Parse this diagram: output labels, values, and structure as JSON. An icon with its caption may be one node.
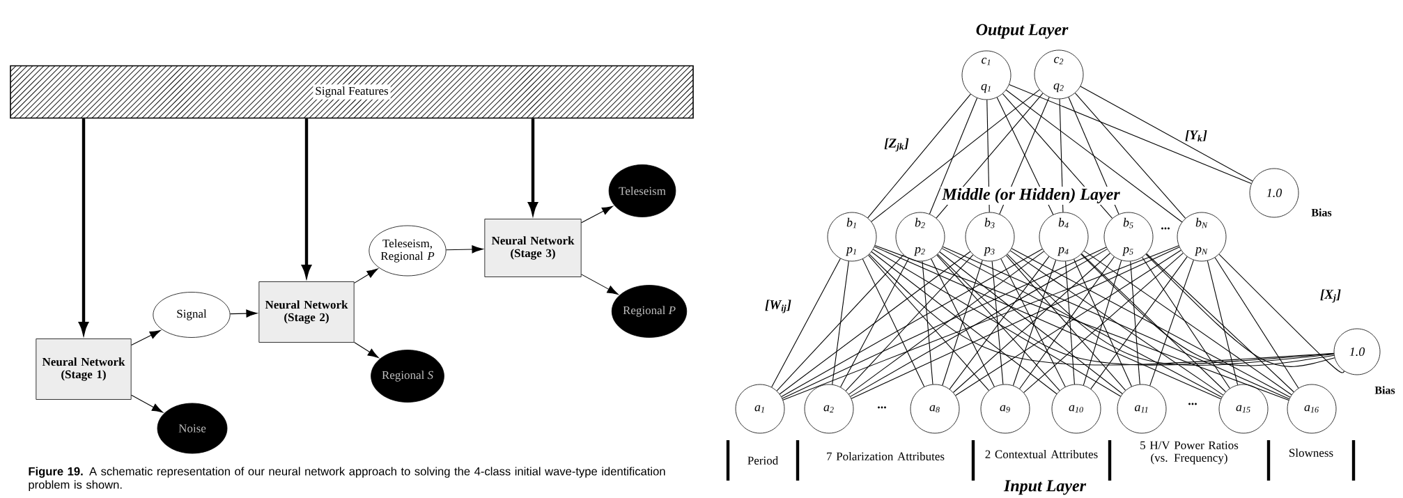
{
  "diagram": {
    "caption": "**Figure 19.** A schematic representation of our neural network approach to solving the 4-class initial wave-type identification problem is shown.",
    "nodes": [
      {
        "text": [
          "Signal Features"
        ]
      },
      {
        "text": [
          "Neural Network (Stage 1)"
        ]
      },
      {
        "text": [
          "Signal"
        ]
      },
      {
        "text": [
          "Noise"
        ]
      },
      {
        "text": [
          "Neural Network (Stage 2)"
        ]
      },
      {
        "text": [
          "Regional *S*"
        ]
      },
      {
        "text": [
          "Teleseism, Regional *P*"
        ]
      },
      {
        "text": [
          "Neural Network (Stage 3)"
        ]
      },
      {
        "text": [
          "Teleseism"
        ]
      },
      {
        "text": [
          "Regional *P*"
        ]
      },
      {
        "text": [
          "c$_{1}$",
          "q$_{1}$"
        ]
      },
      {
        "text": [
          "c$_{2}$",
          "q$_{2}$"
        ]
      },
      {
        "text": [
          "1.0"
        ],
        "beside": [
          "Bias"
        ]
      },
      {
        "text": [
          "b$_{1}$",
          "p$_{1}$"
        ]
      },
      {
        "text": [
          "b$_{2}$",
          "p$_{2}$"
        ]
      },
      {
        "text": [
          "b$_{3}$",
          "p$_{3}$"
        ]
      },
      {
        "text": [
          "b$_{4}$",
          "p$_{4}$"
        ]
      },
      {
        "text": [
          "b$_{5}$",
          "p$_{5}$"
        ]
      },
      {
        "text": [
          "b$_{N}$",
          "p$_{N}$"
        ]
      },
      {
        "text": [
          "1.0"
        ],
        "beside": [
          "Bias"
        ]
      },
      {
        "text": [
          "a$_{1}$"
        ]
      },
      {
        "text": [
          "a$_{2}$"
        ]
      },
      {
        "text": [
          "a$_{8}$"
        ]
      },
      {
        "text": [
          "a$_{9}$"
        ]
      },
      {
        "text": [
          "a$_{10}$"
        ]
      },
      {
        "text": [
          "a$_{11}$"
        ]
      },
      {
        "text": [
          "a$_{15}$"
        ]
      },
      {
        "text": [
          "a$_{16}$"
        ]
      }
    ],
    "edges": [
      {
        "from": 0,
        "to": 1,
        "arrow": "to",
        "style": "thick"
      },
      {
        "from": 0,
        "to": 4,
        "arrow": "to",
        "style": "thick"
      },
      {
        "from": 0,
        "to": 7,
        "arrow": "to",
        "style": "thick"
      },
      {
        "from": 1,
        "to": 2,
        "arrow": "to"
      },
      {
        "from": 1,
        "to": 3,
        "arrow": "to"
      },
      {
        "from": 2,
        "to": 4,
        "arrow": "to"
      },
      {
        "from": 4,
        "to": 6,
        "arrow": "to"
      },
      {
        "from": 4,
        "to": 5,
        "arrow": "to"
      },
      {
        "from": 6,
        "to": 7,
        "arrow": "to"
      },
      {
        "from": 7,
        "to": 8,
        "arrow": "to"
      },
      {
        "from": 7,
        "to": 9,
        "arrow": "to"
      },
      {
        "from": 13,
        "to": 10,
        "arrow": "none"
      },
      {
        "from": 13,
        "to": 11,
        "arrow": "none"
      },
      {
        "from": 14,
        "to": 10,
        "arrow": "none"
      },
      {
        "from": 14,
        "to": 11,
        "arrow": "none"
      },
      {
        "from": 15,
        "to": 10,
        "arrow": "none"
      },
      {
        "from": 15,
        "to": 11,
        "arrow": "none"
      },
      {
        "from": 16,
        "to": 10,
        "arrow": "none"
      },
      {
        "from": 16,
        "to": 11,
        "arrow": "none"
      },
      {
        "from": 17,
        "to": 10,
        "arrow": "none"
      },
      {
        "from": 17,
        "to": 11,
        "arrow": "none"
      },
      {
        "from": 18,
        "to": 10,
        "arrow": "none"
      },
      {
        "from": 18,
        "to": 11,
        "arrow": "none"
      },
      {
        "from": 12,
        "to": 10,
        "arrow": "none"
      },
      {
        "from": 12,
        "to": 11,
        "arrow": "none"
      },
      {
        "from": 20,
        "to": 13,
        "arrow": "none"
      },
      {
        "from": 20,
        "to": 14,
        "arrow": "none"
      },
      {
        "from": 20,
        "to": 15,
        "arrow": "none"
      },
      {
        "from": 20,
        "to": 16,
        "arrow": "none"
      },
      {
        "from": 20,
        "to": 17,
        "arrow": "none"
      },
      {
        "from": 20,
        "to": 18,
        "arrow": "none"
      },
      {
        "from": 21,
        "to": 13,
        "arrow": "none"
      },
      {
        "from": 21,
        "to": 14,
        "arrow": "none"
      },
      {
        "from": 21,
        "to": 15,
        "arrow": "none"
      },
      {
        "from": 21,
        "to": 16,
        "arrow": "none"
      },
      {
        "from": 21,
        "to": 17,
        "arrow": "none"
      },
      {
        "from": 21,
        "to": 18,
        "arrow": "none"
      },
      {
        "from": 22,
        "to": 13,
        "arrow": "none"
      },
      {
        "from": 22,
        "to": 14,
        "arrow": "none"
      },
      {
        "from": 22,
        "to": 15,
        "arrow": "none"
      },
      {
        "from": 22,
        "to": 16,
        "arrow": "none"
      },
      {
        "from": 22,
        "to": 17,
        "arrow": "none"
      },
      {
        "from": 22,
        "to": 18,
        "arrow": "none"
      },
      {
        "from": 23,
        "to": 13,
        "arrow": "none"
      },
      {
        "from": 23,
        "to": 14,
        "arrow": "none"
      },
      {
        "from": 23,
        "to": 15,
        "arrow": "none"
      },
      {
        "from": 23,
        "to": 16,
        "arrow": "none"
      },
      {
        "from": 23,
        "to": 17,
        "arrow": "none"
      },
      {
        "from": 23,
        "to": 18,
        "arrow": "none"
      },
      {
        "from": 24,
        "to": 13,
        "arrow": "none"
      },
      {
        "from": 24,
        "to": 14,
        "arrow": "none"
      },
      {
        "from": 24,
        "to": 15,
        "arrow": "none"
      },
      {
        "from": 24,
        "to": 16,
        "arrow": "none"
      },
      {
        "from": 24,
        "to": 17,
        "arrow": "none"
      },
      {
        "from": 24,
        "to": 18,
        "arrow": "none"
      },
      {
        "from": 25,
        "to": 13,
        "arrow": "none"
      },
      {
        "from": 25,
        "to": 14,
        "arrow": "none"
      },
      {
        "from": 25,
        "to": 15,
        "arrow": "none"
      },
      {
        "from": 25,
        "to": 16,
        "arrow": "none"
      },
      {
        "from": 25,
        "to": 17,
        "arrow": "none"
      },
      {
        "from": 25,
        "to": 18,
        "arrow": "none"
      },
      {
        "from": 26,
        "to": 13,
        "arrow": "none"
      },
      {
        "from": 26,
        "to": 14,
        "arrow": "none"
      },
      {
        "from": 26,
        "to": 15,
        "arrow": "none"
      },
      {
        "from": 26,
        "to": 16,
        "arrow": "none"
      },
      {
        "from": 26,
        "to": 17,
        "arrow": "none"
      },
      {
        "from": 26,
        "to": 18,
        "arrow": "none"
      },
      {
        "from": 27,
        "to": 13,
        "arrow": "none"
      },
      {
        "from": 27,
        "to": 14,
        "arrow": "none"
      },
      {
        "from": 27,
        "to": 15,
        "arrow": "none"
      },
      {
        "from": 27,
        "to": 16,
        "arrow": "none"
      },
      {
        "from": 27,
        "to": 17,
        "arrow": "none"
      },
      {
        "from": 27,
        "to": 18,
        "arrow": "none"
      },
      {
        "from": 19,
        "to": 13,
        "arrow": "none"
      },
      {
        "from": 19,
        "to": 14,
        "arrow": "none"
      },
      {
        "from": 19,
        "to": 15,
        "arrow": "none"
      },
      {
        "from": 19,
        "to": 16,
        "arrow": "none"
      },
      {
        "from": 19,
        "to": 17,
        "arrow": "none"
      },
      {
        "from": 19,
        "to": 18,
        "arrow": "none"
      }
    ],
    "labels": [
      "Output Layer",
      "[Z$_{jk}$]",
      "[Y$_{k}$]",
      "Middle (or Hidden) Layer",
      "...",
      "[W$_{ij}$]",
      "[X$_{j}$]",
      "...",
      "...",
      "Period",
      "7 Polarization Attributes",
      "2 Contextual Attributes",
      "5 H/V Power Ratios (vs. Frequency)",
      "Slowness",
      "Input Layer"
    ]
  }
}
